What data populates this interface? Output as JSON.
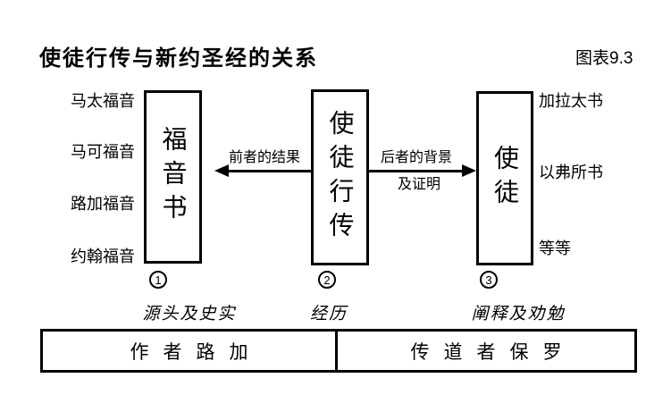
{
  "header": {
    "title": "使徒行传与新约圣经的关系",
    "figure_label": "图表9.3"
  },
  "left_books": [
    "马太福音",
    "马可福音",
    "路加福音",
    "约翰福音"
  ],
  "right_books": [
    "加拉太书",
    "以弗所书",
    "等等"
  ],
  "boxes": {
    "gospels": {
      "label": "福音书",
      "number": "1",
      "caption": "源头及史实"
    },
    "acts": {
      "label": "使徒行传",
      "number": "2",
      "caption": "经历"
    },
    "apostles": {
      "label": "使徒",
      "number": "3",
      "caption": "阐释及劝勉"
    }
  },
  "arrows": {
    "to_gospels_label": "前者的结果",
    "to_apostles_label_line1": "后者的背景",
    "to_apostles_label_line2": "及证明"
  },
  "footer": {
    "author_cell": "作者路加",
    "preacher_cell": "传道者保罗"
  },
  "colors": {
    "ink": "#000000",
    "background": "#ffffff"
  }
}
